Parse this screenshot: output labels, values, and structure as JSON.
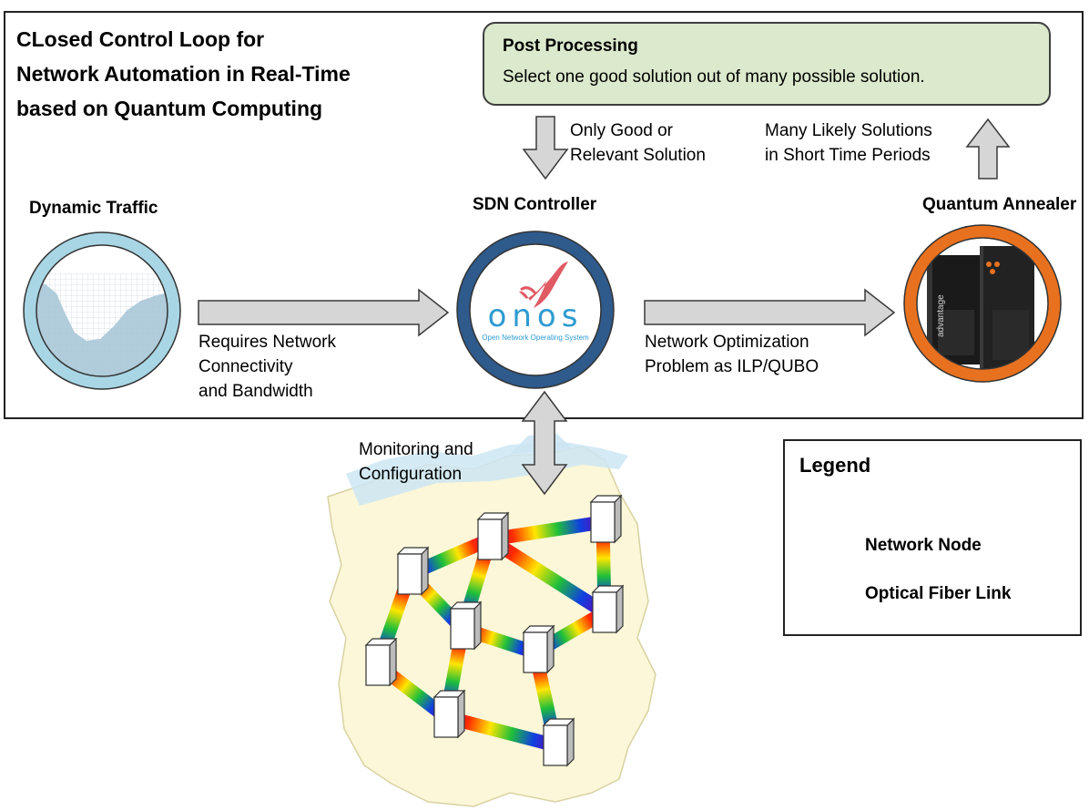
{
  "title": {
    "line1": "CLosed Control Loop for",
    "line2": "Network Automation in Real-Time",
    "line3": "based on Quantum Computing"
  },
  "post_processing": {
    "heading": "Post Processing",
    "text": "Select one good solution out of many possible solution."
  },
  "arrows": {
    "down_label_1": "Only Good or",
    "down_label_2": "Relevant Solution",
    "up_label_1": "Many Likely Solutions",
    "up_label_2": "in Short Time Periods",
    "req_1": "Requires Network",
    "req_2": "Connectivity",
    "req_3": "and Bandwidth",
    "opt_1": "Network Optimization",
    "opt_2": "Problem as ILP/QUBO",
    "mon_1": "Monitoring and",
    "mon_2": "Configuration"
  },
  "nodes": {
    "traffic": "Dynamic Traffic",
    "sdn": "SDN Controller",
    "annealer": "Quantum Annealer"
  },
  "onos": {
    "logo": "onos",
    "tagline": "Open Network Operating System"
  },
  "dwave": {
    "brand": "advantage"
  },
  "legend": {
    "title": "Legend",
    "node": "Network Node",
    "fiber": "Optical Fiber Link"
  },
  "colors": {
    "traffic_ring": "#a8d6e5",
    "sdn_ring": "#2e5a8c",
    "annealer_ring": "#e8711f",
    "post_bg": "#dbe9cc",
    "arrow_fill": "#d6d6d6",
    "map_fill": "#fbf7d8",
    "water": "#cde6f3"
  }
}
